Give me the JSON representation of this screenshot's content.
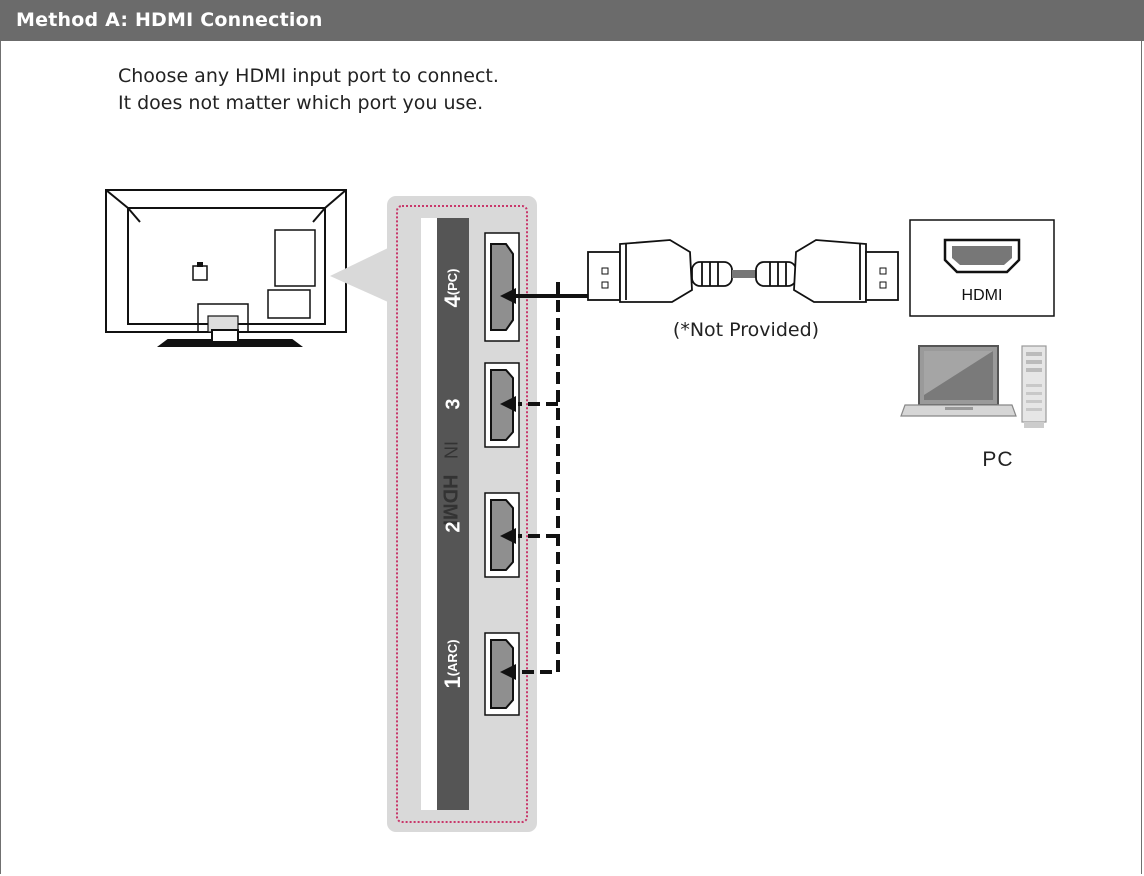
{
  "header": {
    "title": "Method A: HDMI Connection"
  },
  "instructions": {
    "line1": "Choose any HDMI input port to connect.",
    "line2": "It does not matter which port you use."
  },
  "panel": {
    "logo": "HDMI",
    "label": "IN",
    "ports": [
      {
        "number": "4",
        "suffix": "(PC)"
      },
      {
        "number": "3",
        "suffix": ""
      },
      {
        "number": "2",
        "suffix": ""
      },
      {
        "number": "1",
        "suffix": "(ARC)"
      }
    ]
  },
  "cable": {
    "note": "(*Not Provided)"
  },
  "pc": {
    "port_label": "HDMI",
    "label": "PC"
  },
  "colors": {
    "header_bg": "#6b6b6b",
    "panel_bg": "#d9d9d9",
    "strip": "#555555",
    "dotted_border": "#c8376a"
  }
}
